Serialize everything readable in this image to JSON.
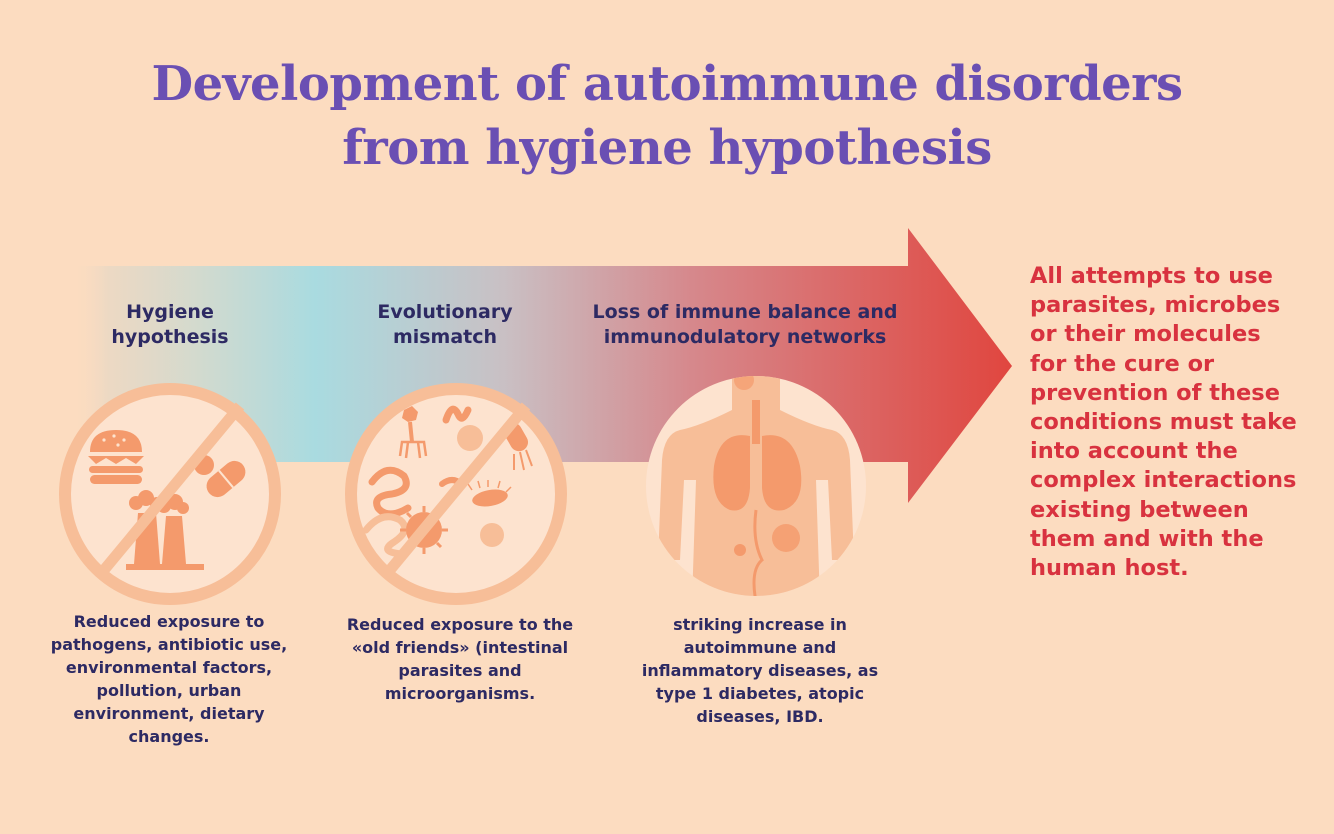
{
  "title": {
    "line1": "Development of autoimmune disorders",
    "line2": "from hygiene hypothesis"
  },
  "stages": [
    {
      "title_lines": [
        "Hygiene",
        "hypothesis"
      ],
      "desc_lines": [
        "Reduced exposure to",
        "pathogens, antibiotic use,",
        "environmental factors,",
        "pollution, urban",
        "environment, dietary",
        "changes."
      ]
    },
    {
      "title_lines": [
        "Evolutionary",
        "mismatch"
      ],
      "desc_lines": [
        "Reduced exposure to the",
        "«old friends» (intestinal",
        "parasites and",
        "microorganisms."
      ]
    },
    {
      "title_lines": [
        "Loss of immune balance and",
        "immunodulatory networks"
      ],
      "desc_lines": [
        "striking increase in",
        "autoimmune and",
        "inflammatory diseases, as",
        "type 1 diabetes, atopic",
        "diseases, IBD."
      ]
    }
  ],
  "conclusion_lines": [
    "All attempts to use",
    "parasites, microbes",
    "or their molecules",
    "for the cure or",
    "prevention of these",
    "conditions must take",
    "into account the",
    "complex interactions",
    "existing between",
    "them and with the",
    "human host."
  ],
  "colors": {
    "background": "#fcdcc0",
    "title": "#6a4fb3",
    "text": "#2d2a63",
    "conclusion": "#d8323f",
    "arrow_start": "#a9dbe0",
    "arrow_end": "#e0463f",
    "icon": "#f49a6c"
  },
  "icons": [
    "burger-icon",
    "pill-icon",
    "factory-icon",
    "prohibition-icon",
    "virus-icon",
    "bacteria-icon",
    "worm-icon",
    "bacteriophage-icon",
    "human-torso-icon",
    "lungs-icon"
  ]
}
